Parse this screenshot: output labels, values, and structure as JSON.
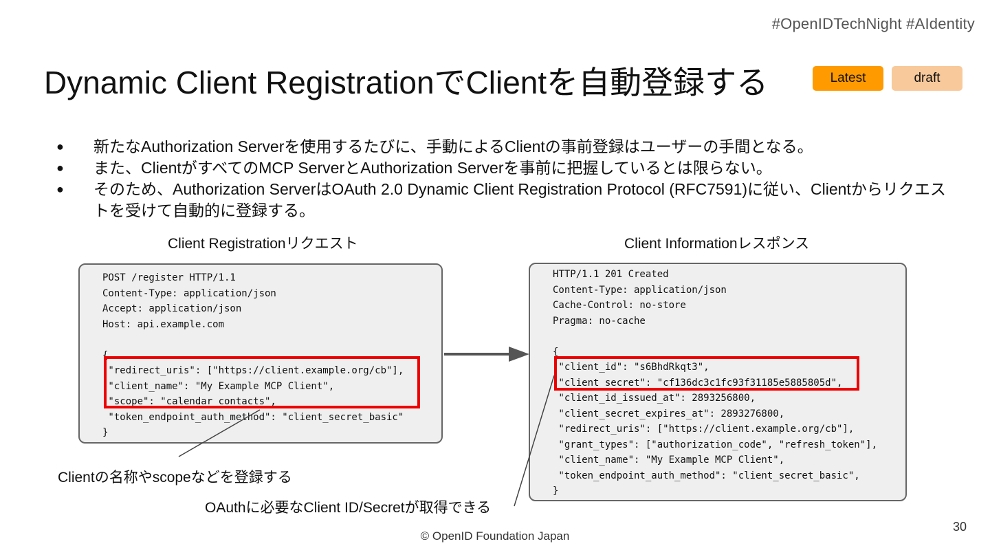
{
  "header": {
    "hashtags": "#OpenIDTechNight  #AIdentity",
    "title": "Dynamic Client RegistrationでClientを自動登録する",
    "badge_latest": "Latest",
    "badge_draft": "draft"
  },
  "bullets": [
    "新たなAuthorization Serverを使用するたびに、手動によるClientの事前登録はユーザーの手間となる。",
    "また、ClientがすべてのMCP ServerとAuthorization Serverを事前に把握しているとは限らない。",
    "そのため、Authorization ServerはOAuth 2.0 Dynamic Client Registration Protocol (RFC7591)に従い、Clientからリクエストを受けて自動的に登録する。"
  ],
  "bullet_symbol": "●",
  "request": {
    "caption": "Client Registrationリクエスト",
    "code": "POST /register HTTP/1.1\nContent-Type: application/json\nAccept: application/json\nHost: api.example.com\n\n{\n \"redirect_uris\": [\"https://client.example.org/cb\"],\n \"client_name\": \"My Example MCP Client\",\n \"scope\": \"calendar contacts\",\n \"token_endpoint_auth_method\": \"client_secret_basic\"\n}",
    "note": "Clientの名称やscopeなどを登録する"
  },
  "response": {
    "caption": "Client Informationレスポンス",
    "code": "HTTP/1.1 201 Created\nContent-Type: application/json\nCache-Control: no-store\nPragma: no-cache\n\n{\n \"client_id\": \"s6BhdRkqt3\",\n \"client_secret\": \"cf136dc3c1fc93f31185e5885805d\",\n \"client_id_issued_at\": 2893256800,\n \"client_secret_expires_at\": 2893276800,\n \"redirect_uris\": [\"https://client.example.org/cb\"],\n \"grant_types\": [\"authorization_code\", \"refresh_token\"],\n \"client_name\": \"My Example MCP Client\",\n \"token_endpoint_auth_method\": \"client_secret_basic\",\n}",
    "note": "OAuthに必要なClient ID/Secretが取得できる"
  },
  "footer": "© OpenID Foundation Japan",
  "page_number": "30",
  "colors": {
    "latest_badge": "#ff9a00",
    "draft_badge": "#f8c99a",
    "highlight_box": "#ee0000",
    "code_background": "#efefef",
    "arrow": "#555555"
  }
}
